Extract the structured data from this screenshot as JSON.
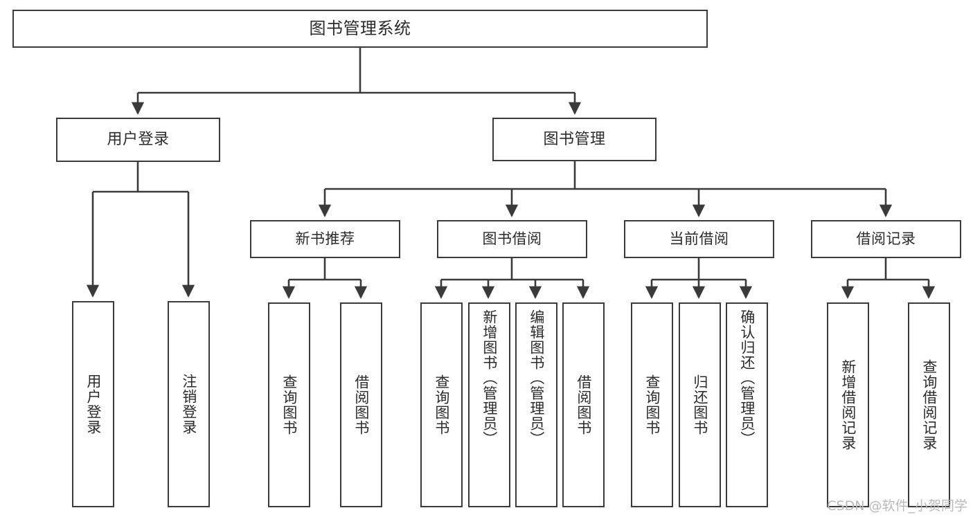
{
  "diagram": {
    "title": "图书管理系统",
    "type": "tree",
    "watermark": "CSDN @软件_小贺同学",
    "colors": {
      "box_border": "#3a3a3a",
      "box_fill": "#ffffff",
      "edge": "#3a3a3a",
      "text": "#2b2b2b",
      "watermark": "#b9b9b9"
    },
    "root": {
      "label": "图书管理系统"
    },
    "level2": [
      {
        "label": "用户登录"
      },
      {
        "label": "图书管理"
      }
    ],
    "level3": [
      {
        "label": "新书推荐"
      },
      {
        "label": "图书借阅"
      },
      {
        "label": "当前借阅"
      },
      {
        "label": "借阅记录"
      }
    ],
    "leaves": {
      "user_login": [
        {
          "label": "用户登录"
        },
        {
          "label": "注销登录"
        }
      ],
      "new_book": [
        {
          "label": "查询图书"
        },
        {
          "label": "借阅图书"
        }
      ],
      "book_borrow": [
        {
          "label": "查询图书"
        },
        {
          "label": "新增图书（管理员）"
        },
        {
          "label": "编辑图书（管理员）"
        },
        {
          "label": "借阅图书"
        }
      ],
      "current_borrow": [
        {
          "label": "查询图书"
        },
        {
          "label": "归还图书"
        },
        {
          "label": "确认归还（管理员）"
        }
      ],
      "borrow_record": [
        {
          "label": "新增借阅记录"
        },
        {
          "label": "查询借阅记录"
        }
      ]
    }
  }
}
